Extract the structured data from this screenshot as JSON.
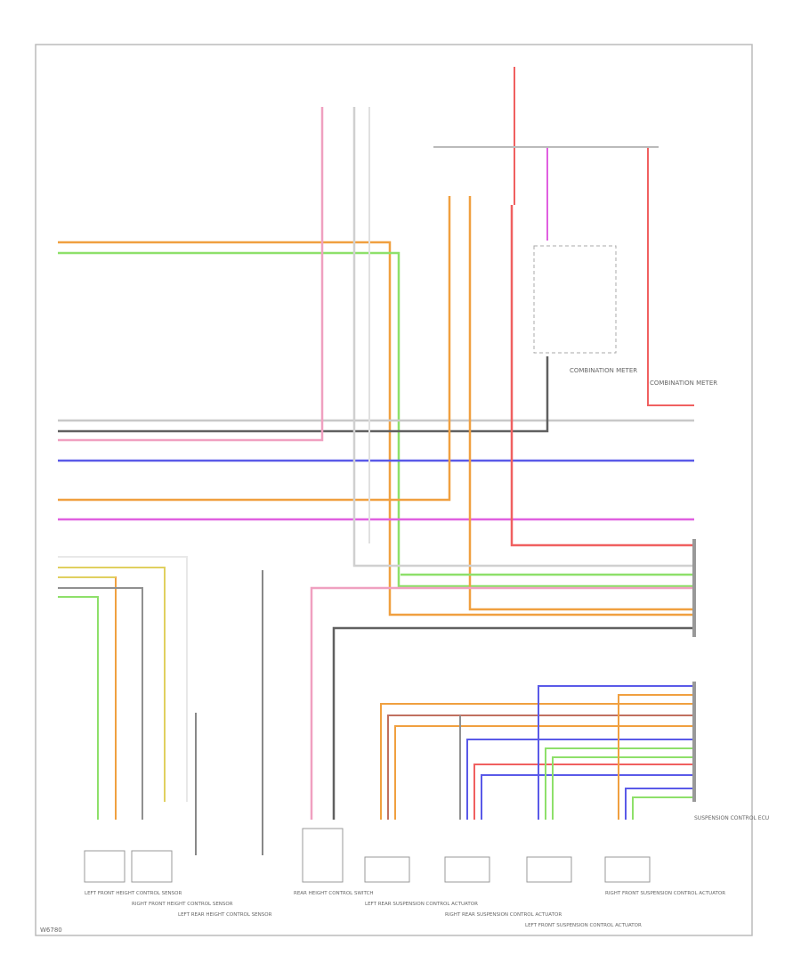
{
  "footer_code": "W6780",
  "colors": {
    "orange": "#f0a040",
    "green": "#8ee06a",
    "gray": "#a0a0a0",
    "black": "#404040",
    "pink": "#f0a0c0",
    "blue": "#5a5ae8",
    "violet": "#e060e0",
    "red": "#f06060",
    "yellow": "#e0d060",
    "lightgray": "#d0d0d0"
  },
  "labels": {
    "combination_meter_top": "COMBINATION METER",
    "combination_meter_right": "COMBINATION METER",
    "suspension_ecu": "SUSPENSION CONTROL ECU"
  },
  "bottom_components": [
    "LEFT FRONT HEIGHT CONTROL SENSOR",
    "RIGHT FRONT HEIGHT CONTROL SENSOR",
    "LEFT REAR HEIGHT CONTROL SENSOR",
    "REAR HEIGHT CONTROL SWITCH",
    "LEFT REAR SUSPENSION CONTROL ACTUATOR",
    "RIGHT REAR SUSPENSION CONTROL ACTUATOR",
    "LEFT FRONT SUSPENSION CONTROL ACTUATOR",
    "RIGHT FRONT SUSPENSION CONTROL ACTUATOR"
  ]
}
